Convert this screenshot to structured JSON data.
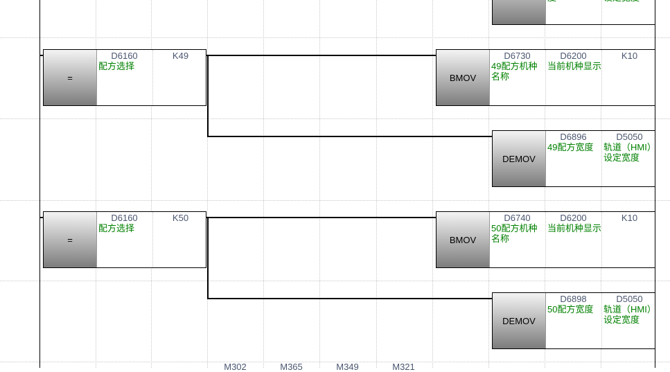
{
  "top_partial": {
    "instruction": "",
    "comments": [
      "度",
      "设定宽度"
    ]
  },
  "rungs": [
    {
      "compare": {
        "op": "=",
        "args": [
          "D6160",
          "K49"
        ],
        "comments": [
          "配方选择",
          ""
        ]
      },
      "bmov": {
        "op": "BMOV",
        "args": [
          "D6730",
          "D6200",
          "K10"
        ],
        "comments": [
          "49配方机种名称",
          "当前机种显示",
          ""
        ]
      },
      "demov": {
        "op": "DEMOV",
        "args": [
          "D6896",
          "D5050"
        ],
        "comments": [
          "49配方宽度",
          "轨道（HMI）设定宽度"
        ]
      }
    },
    {
      "compare": {
        "op": "=",
        "args": [
          "D6160",
          "K50"
        ],
        "comments": [
          "配方选择",
          ""
        ]
      },
      "bmov": {
        "op": "BMOV",
        "args": [
          "D6740",
          "D6200",
          "K10"
        ],
        "comments": [
          "50配方机种名称",
          "当前机种显示",
          ""
        ]
      },
      "demov": {
        "op": "DEMOV",
        "args": [
          "D6898",
          "D5050"
        ],
        "comments": [
          "50配方宽度",
          "轨道（HMI）设定宽度"
        ]
      }
    }
  ],
  "next_rung_contacts": [
    "M302",
    "M365",
    "M349",
    "M321"
  ]
}
